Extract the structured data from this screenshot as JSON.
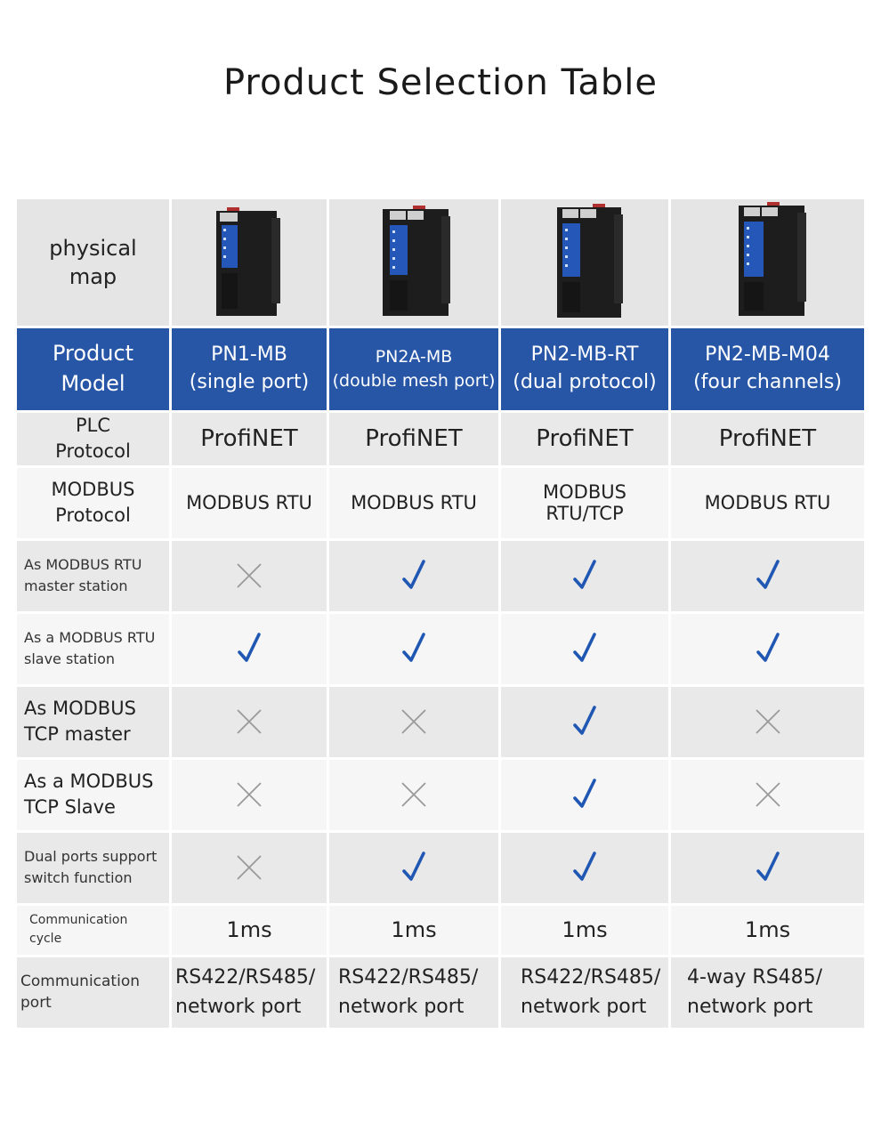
{
  "title": "Product Selection Table",
  "colors": {
    "header_blue": "#2756a7",
    "check_blue": "#1f57b3",
    "cross_gray": "#9a9a9a"
  },
  "row_photo": {
    "label": "physical map"
  },
  "row_model": {
    "label": "Product Model",
    "models": [
      {
        "line1": "PN1-MB",
        "line2": "(single port)"
      },
      {
        "line1": "PN2A-MB",
        "line2": "(double mesh port)"
      },
      {
        "line1": "PN2-MB-RT",
        "line2": "(dual protocol)"
      },
      {
        "line1": "PN2-MB-M04",
        "line2": "(four channels)"
      }
    ]
  },
  "row_plc": {
    "label": "PLC Protocol",
    "values": [
      "ProfiNET",
      "ProfiNET",
      "ProfiNET",
      "ProfiNET"
    ]
  },
  "row_modbus": {
    "label": "MODBUS Protocol",
    "values": [
      "MODBUS RTU",
      "MODBUS RTU",
      "MODBUS RTU/TCP",
      "MODBUS RTU"
    ]
  },
  "feature_rows": [
    {
      "label": "As MODBUS RTU master station",
      "values": [
        "cross",
        "check",
        "check",
        "check"
      ]
    },
    {
      "label": "As a MODBUS RTU slave station",
      "values": [
        "check",
        "check",
        "check",
        "check"
      ]
    },
    {
      "label": "As MODBUS TCP master",
      "values": [
        "cross",
        "cross",
        "check",
        "cross"
      ]
    },
    {
      "label": "As a MODBUS TCP Slave",
      "values": [
        "cross",
        "cross",
        "check",
        "cross"
      ]
    },
    {
      "label": "Dual ports support switch function",
      "values": [
        "cross",
        "check",
        "check",
        "check"
      ]
    }
  ],
  "row_cycle": {
    "label": "Communication cycle",
    "values": [
      "1ms",
      "1ms",
      "1ms",
      "1ms"
    ]
  },
  "row_port": {
    "label": "Communication port",
    "values": [
      {
        "line1": "RS422/RS485/",
        "line2": "network port"
      },
      {
        "line1": "RS422/RS485/",
        "line2": "network port"
      },
      {
        "line1": "RS422/RS485/",
        "line2": "network port"
      },
      {
        "line1": "4-way RS485/",
        "line2": "network port"
      }
    ]
  }
}
